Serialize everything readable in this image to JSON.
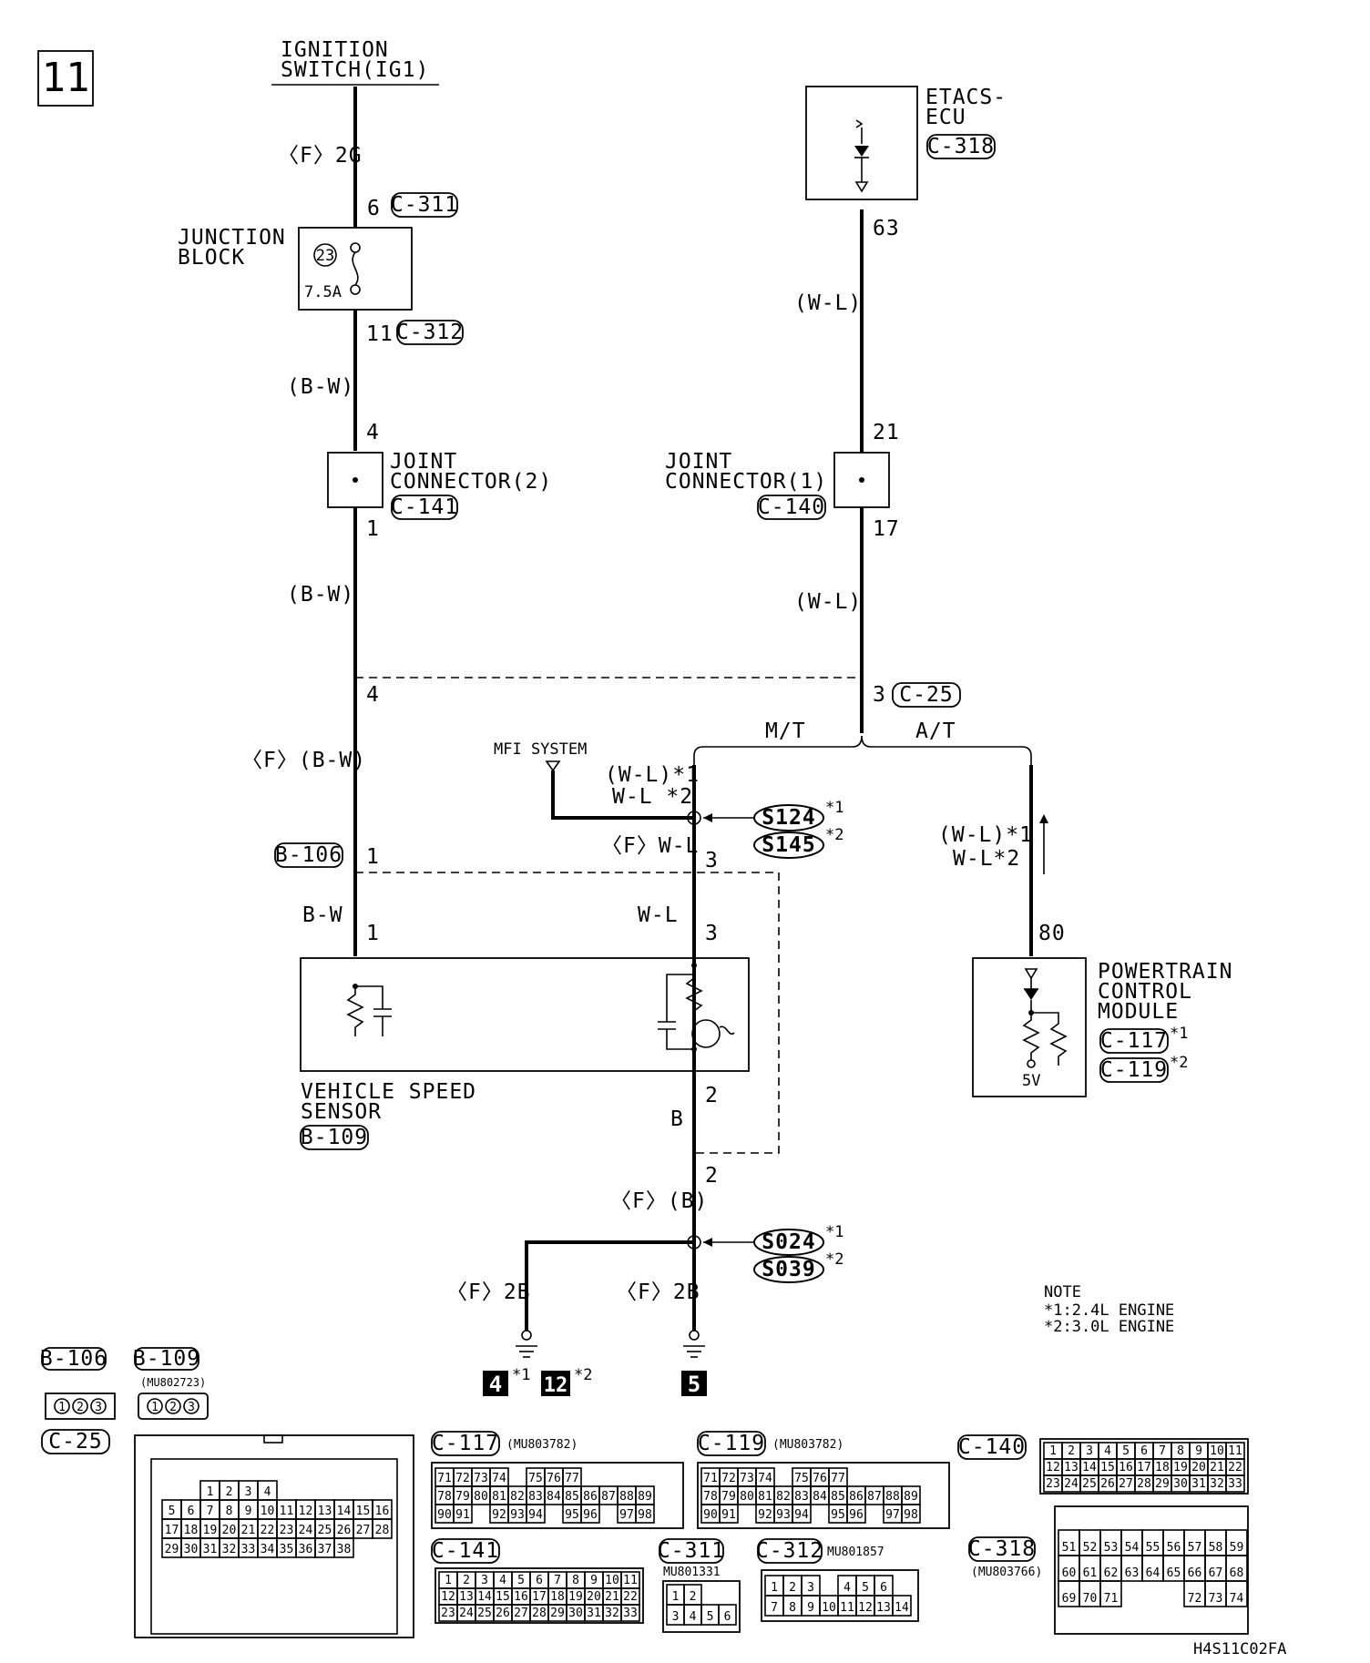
{
  "page_number": "11",
  "ignition": {
    "line1": "IGNITION",
    "line2": "SWITCH(IG1)"
  },
  "wire_f2g": "〈F〉2G",
  "c311_pin": "6",
  "c311": "C-311",
  "junction_block": {
    "line1": "JUNCTION",
    "line2": "BLOCK",
    "fuse_no": "23",
    "fuse_amp": "7.5A"
  },
  "c312_pin": "11",
  "c312": "C-312",
  "wire_bw_1": "(B-W)",
  "jc2": {
    "pin_in": "4",
    "pin_out": "1",
    "line1": "JOINT",
    "line2": "CONNECTOR(2)",
    "conn": "C-141"
  },
  "wire_bw_2": "(B-W)",
  "c25_pin_left": "4",
  "wire_f_bw": "〈F〉(B-W)",
  "b106": "B-106",
  "b106_pin": "1",
  "wire_bw_3": "B-W",
  "vss_pin1": "1",
  "vss": {
    "line1": "VEHICLE SPEED",
    "line2": "SENSOR",
    "conn": "B-109"
  },
  "etacs": {
    "line1": "ETACS-",
    "line2": "ECU",
    "conn": "C-318",
    "pin": "63"
  },
  "wire_wl_1": "(W-L)",
  "jc1": {
    "pin_in": "21",
    "pin_out": "17",
    "line1": "JOINT",
    "line2": "CONNECTOR(1)",
    "conn": "C-140"
  },
  "wire_wl_2": "(W-L)",
  "c25_pin_right": "3",
  "c25": "C-25",
  "mt": "M/T",
  "at": "A/T",
  "mfi": "MFI SYSTEM",
  "wl_star1": "(W-L)*1",
  "wl_star2": "W-L *2",
  "s124": "S124",
  "s145": "S145",
  "star1": "*1",
  "star2": "*2",
  "f_wl": "〈F〉W-L",
  "pin3a": "3",
  "wl_plain": "W-L",
  "pin3b": "3",
  "pin2a": "2",
  "wire_b": "B",
  "pin2b": "2",
  "f_b": "〈F〉(B)",
  "s024": "S024",
  "s039": "S039",
  "f2b_left": "〈F〉2B",
  "f2b_right": "〈F〉2B",
  "ground_a": "4",
  "ground_b": "12",
  "ground_c": "5",
  "pcm_wl1": "(W-L)*1",
  "pcm_wl2": "W-L*2",
  "pcm_pin": "80",
  "pcm": {
    "line1": "POWERTRAIN",
    "line2": "CONTROL",
    "line3": "MODULE",
    "conn1": "C-117",
    "conn2": "C-119",
    "v5": "5V"
  },
  "note": {
    "title": "NOTE",
    "l1": "*1:2.4L ENGINE",
    "l2": "*2:3.0L ENGINE"
  },
  "conn_b106": "B-106",
  "conn_b109": "B-109",
  "b109_part": "(MU802723)",
  "conn_c25": "C-25",
  "conn_c117": "C-117",
  "c117_part": "(MU803782)",
  "conn_c119": "C-119",
  "c119_part": "(MU803782)",
  "conn_c140": "C-140",
  "conn_c141": "C-141",
  "conn_c311": "C-311",
  "c311_part": "MU801331",
  "conn_c312": "C-312",
  "c312_part": "MU801857",
  "conn_c318": "C-318",
  "c318_part": "(MU803766)",
  "fig_code": "H4S11C02FA",
  "pins_123": [
    "1",
    "2",
    "3"
  ],
  "c25_rows": [
    [
      "1",
      "2",
      "3",
      "4"
    ],
    [
      "5",
      "6",
      "7",
      "8",
      "9",
      "10",
      "11",
      "12",
      "13",
      "14",
      "15",
      "16"
    ],
    [
      "17",
      "18",
      "19",
      "20",
      "21",
      "22",
      "23",
      "24",
      "25",
      "26",
      "27",
      "28"
    ],
    [
      "29",
      "30",
      "31",
      "32",
      "33",
      "34",
      "35",
      "36",
      "37",
      "38"
    ]
  ],
  "c117_rows": [
    [
      "71",
      "72",
      "73",
      "74",
      "",
      "75",
      "76",
      "77"
    ],
    [
      "78",
      "79",
      "80",
      "81",
      "82",
      "83",
      "84",
      "85",
      "86",
      "87",
      "88",
      "89"
    ],
    [
      "90",
      "91",
      "",
      "92",
      "93",
      "94",
      "",
      "95",
      "96",
      "",
      "97",
      "98"
    ]
  ],
  "c119_rows": [
    [
      "71",
      "72",
      "73",
      "74",
      "",
      "75",
      "76",
      "77"
    ],
    [
      "78",
      "79",
      "80",
      "81",
      "82",
      "83",
      "84",
      "85",
      "86",
      "87",
      "88",
      "89"
    ],
    [
      "90",
      "91",
      "",
      "92",
      "93",
      "94",
      "",
      "95",
      "96",
      "",
      "97",
      "98"
    ]
  ],
  "c140_rows": [
    [
      "1",
      "2",
      "3",
      "4",
      "5",
      "6",
      "7",
      "8",
      "9",
      "10",
      "11"
    ],
    [
      "12",
      "13",
      "14",
      "15",
      "16",
      "17",
      "18",
      "19",
      "20",
      "21",
      "22"
    ],
    [
      "23",
      "24",
      "25",
      "26",
      "27",
      "28",
      "29",
      "30",
      "31",
      "32",
      "33"
    ]
  ],
  "c141_rows": [
    [
      "1",
      "2",
      "3",
      "4",
      "5",
      "6",
      "7",
      "8",
      "9",
      "10",
      "11"
    ],
    [
      "12",
      "13",
      "14",
      "15",
      "16",
      "17",
      "18",
      "19",
      "20",
      "21",
      "22"
    ],
    [
      "23",
      "24",
      "25",
      "26",
      "27",
      "28",
      "29",
      "30",
      "31",
      "32",
      "33"
    ]
  ],
  "c311_rows": [
    [
      "1",
      "2"
    ],
    [
      "3",
      "4",
      "5",
      "6"
    ]
  ],
  "c312_rows": [
    [
      "1",
      "2",
      "3",
      "",
      "4",
      "5",
      "6"
    ],
    [
      "7",
      "8",
      "9",
      "10",
      "11",
      "12",
      "13",
      "14"
    ]
  ],
  "c318_rows": [
    [
      "51",
      "52",
      "53",
      "54",
      "55",
      "56",
      "57",
      "58",
      "59"
    ],
    [
      "60",
      "61",
      "62",
      "63",
      "64",
      "65",
      "66",
      "67",
      "68"
    ],
    [
      "69",
      "70",
      "71",
      "",
      "",
      "",
      "72",
      "73",
      "74"
    ]
  ]
}
